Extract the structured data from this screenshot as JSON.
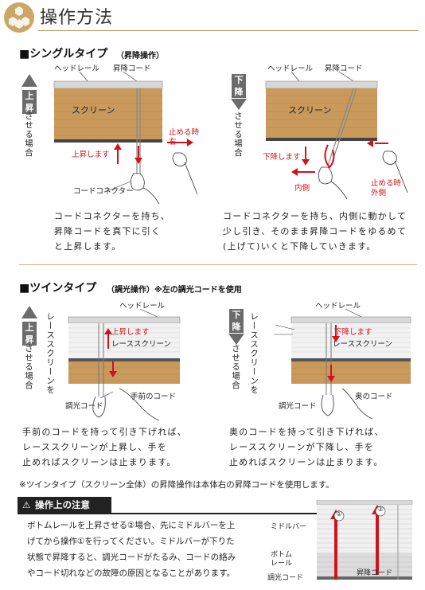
{
  "header": {
    "title": "操作方法"
  },
  "single": {
    "title": "■シングルタイプ",
    "subtitle": "（昇降操作）",
    "up": {
      "dir_char_top": "上",
      "dir_char_bottom": "昇",
      "vertical": "させる場合",
      "head_rail": "ヘッドレール",
      "cord": "昇降コード",
      "screen": "スクリーン",
      "stop_line1": "止める時",
      "stop_line2": "右",
      "rising": "上昇します",
      "connector": "コードコネクター",
      "desc": [
        "コードコネクターを持ち、",
        "昇降コードを真下に引く",
        "と上昇します。"
      ]
    },
    "down": {
      "dir_char_top": "下",
      "dir_char_bottom": "降",
      "vertical": "させる場合",
      "head_rail": "ヘッドレール",
      "cord": "昇降コード",
      "screen": "スクリーン",
      "lowering": "下降します",
      "inside": "内側",
      "stop_line1": "止める時",
      "stop_line2": "外側",
      "desc": [
        "コードコネクターを持ち、内側に動かして",
        "少し引き、そのまま昇降コードをゆるめて",
        "(上げて)いくと下降していきます。"
      ]
    }
  },
  "twin": {
    "title": "■ツインタイプ",
    "subtitle": "（調光操作）※左の調光コードを使用",
    "up": {
      "dir_char_top": "上",
      "dir_char_bottom": "昇",
      "vertical1": "レーススクリーンを",
      "vertical2": "させる場合",
      "head_rail": "ヘッドレール",
      "rising": "上昇します",
      "lace": "レーススクリーン",
      "front_cord": "手前のコード",
      "dimmer_cord": "調光コード",
      "desc": [
        "手前のコードを持って引き下げれば、",
        "レーススクリーンが上昇し、手を",
        "止めればスクリーンは止まります。"
      ]
    },
    "down": {
      "dir_char_top": "下",
      "dir_char_bottom": "降",
      "vertical1": "レーススクリーンを",
      "vertical2": "させる場合",
      "head_rail": "ヘッドレール",
      "lowering": "下降します",
      "lace": "レーススクリーン",
      "back_cord": "奥のコード",
      "dimmer_cord": "調光コード",
      "desc": [
        "奥のコードを持って引き下げれば、",
        "レーススクリーンが下降し、手を",
        "止めればスクリーンは止まります。"
      ]
    }
  },
  "note": "※ツインタイプ（スクリーン全体）の昇降操作は本体右の昇降コードを使用します。",
  "caution": {
    "title": "操作上の注意",
    "lines": [
      "ボトムレールを上昇させる②場合、先にミドルバーを上",
      "げてから操作①を行ってください。ミドルバーが下りた",
      "状態で昇降すると、調光コードがたるみ、コードの絡み",
      "やコード切れなどの故障の原因となることがあります。"
    ],
    "mid_bar": "ミドルバー",
    "bottom_rail": "ボトム\nレール",
    "dimmer_cord": "調光コード",
    "lift_cord": "昇降コード",
    "num1": "①",
    "num2": "②"
  },
  "colors": {
    "accent_red": "#d0121b",
    "wood": "#c99a5c",
    "gold_rule": "#b89a5a"
  }
}
